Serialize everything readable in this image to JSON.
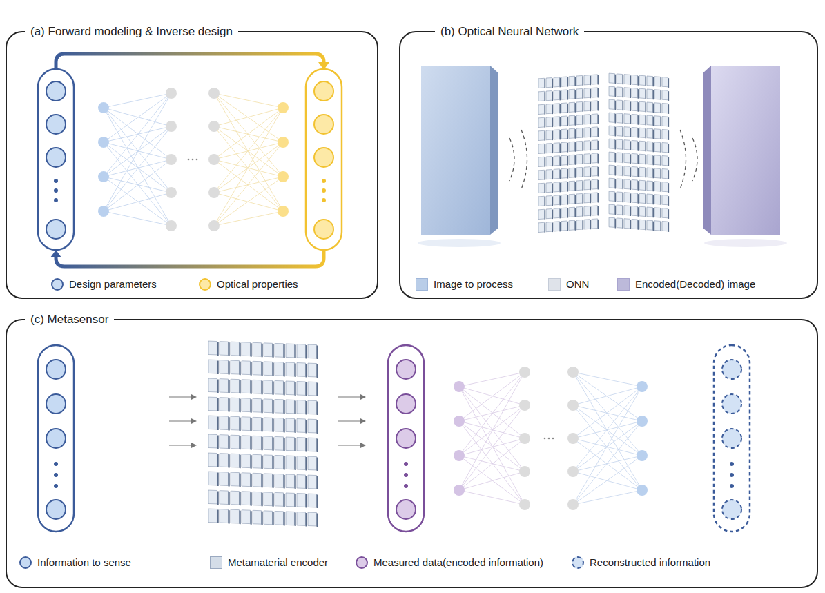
{
  "diagram": {
    "nodes": [
      {
        "text": [
          "(a) Forward modeling & Inverse design"
        ]
      },
      {
        "text": [
          "(b) Optical Neural Network"
        ]
      },
      {
        "text": [
          "(c) Metasensor"
        ]
      }
    ],
    "legend": [
      {
        "text": "Design parameters",
        "color": "#c9dcf3"
      },
      {
        "text": "Optical properties",
        "color": "#fde9a6"
      },
      {
        "text": "Image to process",
        "color": "#b9cde8"
      },
      {
        "text": "ONN",
        "color": "#dfe3ea"
      },
      {
        "text": "Encoded(Decoded) image",
        "color": "#bcb9da"
      },
      {
        "text": "Information to sense",
        "color": "#c6daf3"
      },
      {
        "text": "Metamaterial encoder",
        "color": "#d4dde8"
      },
      {
        "text": "Measured data(encoded information)",
        "color": "#dccbe8"
      },
      {
        "text": "Reconstructed information",
        "color": "#d3e2f5"
      }
    ]
  }
}
